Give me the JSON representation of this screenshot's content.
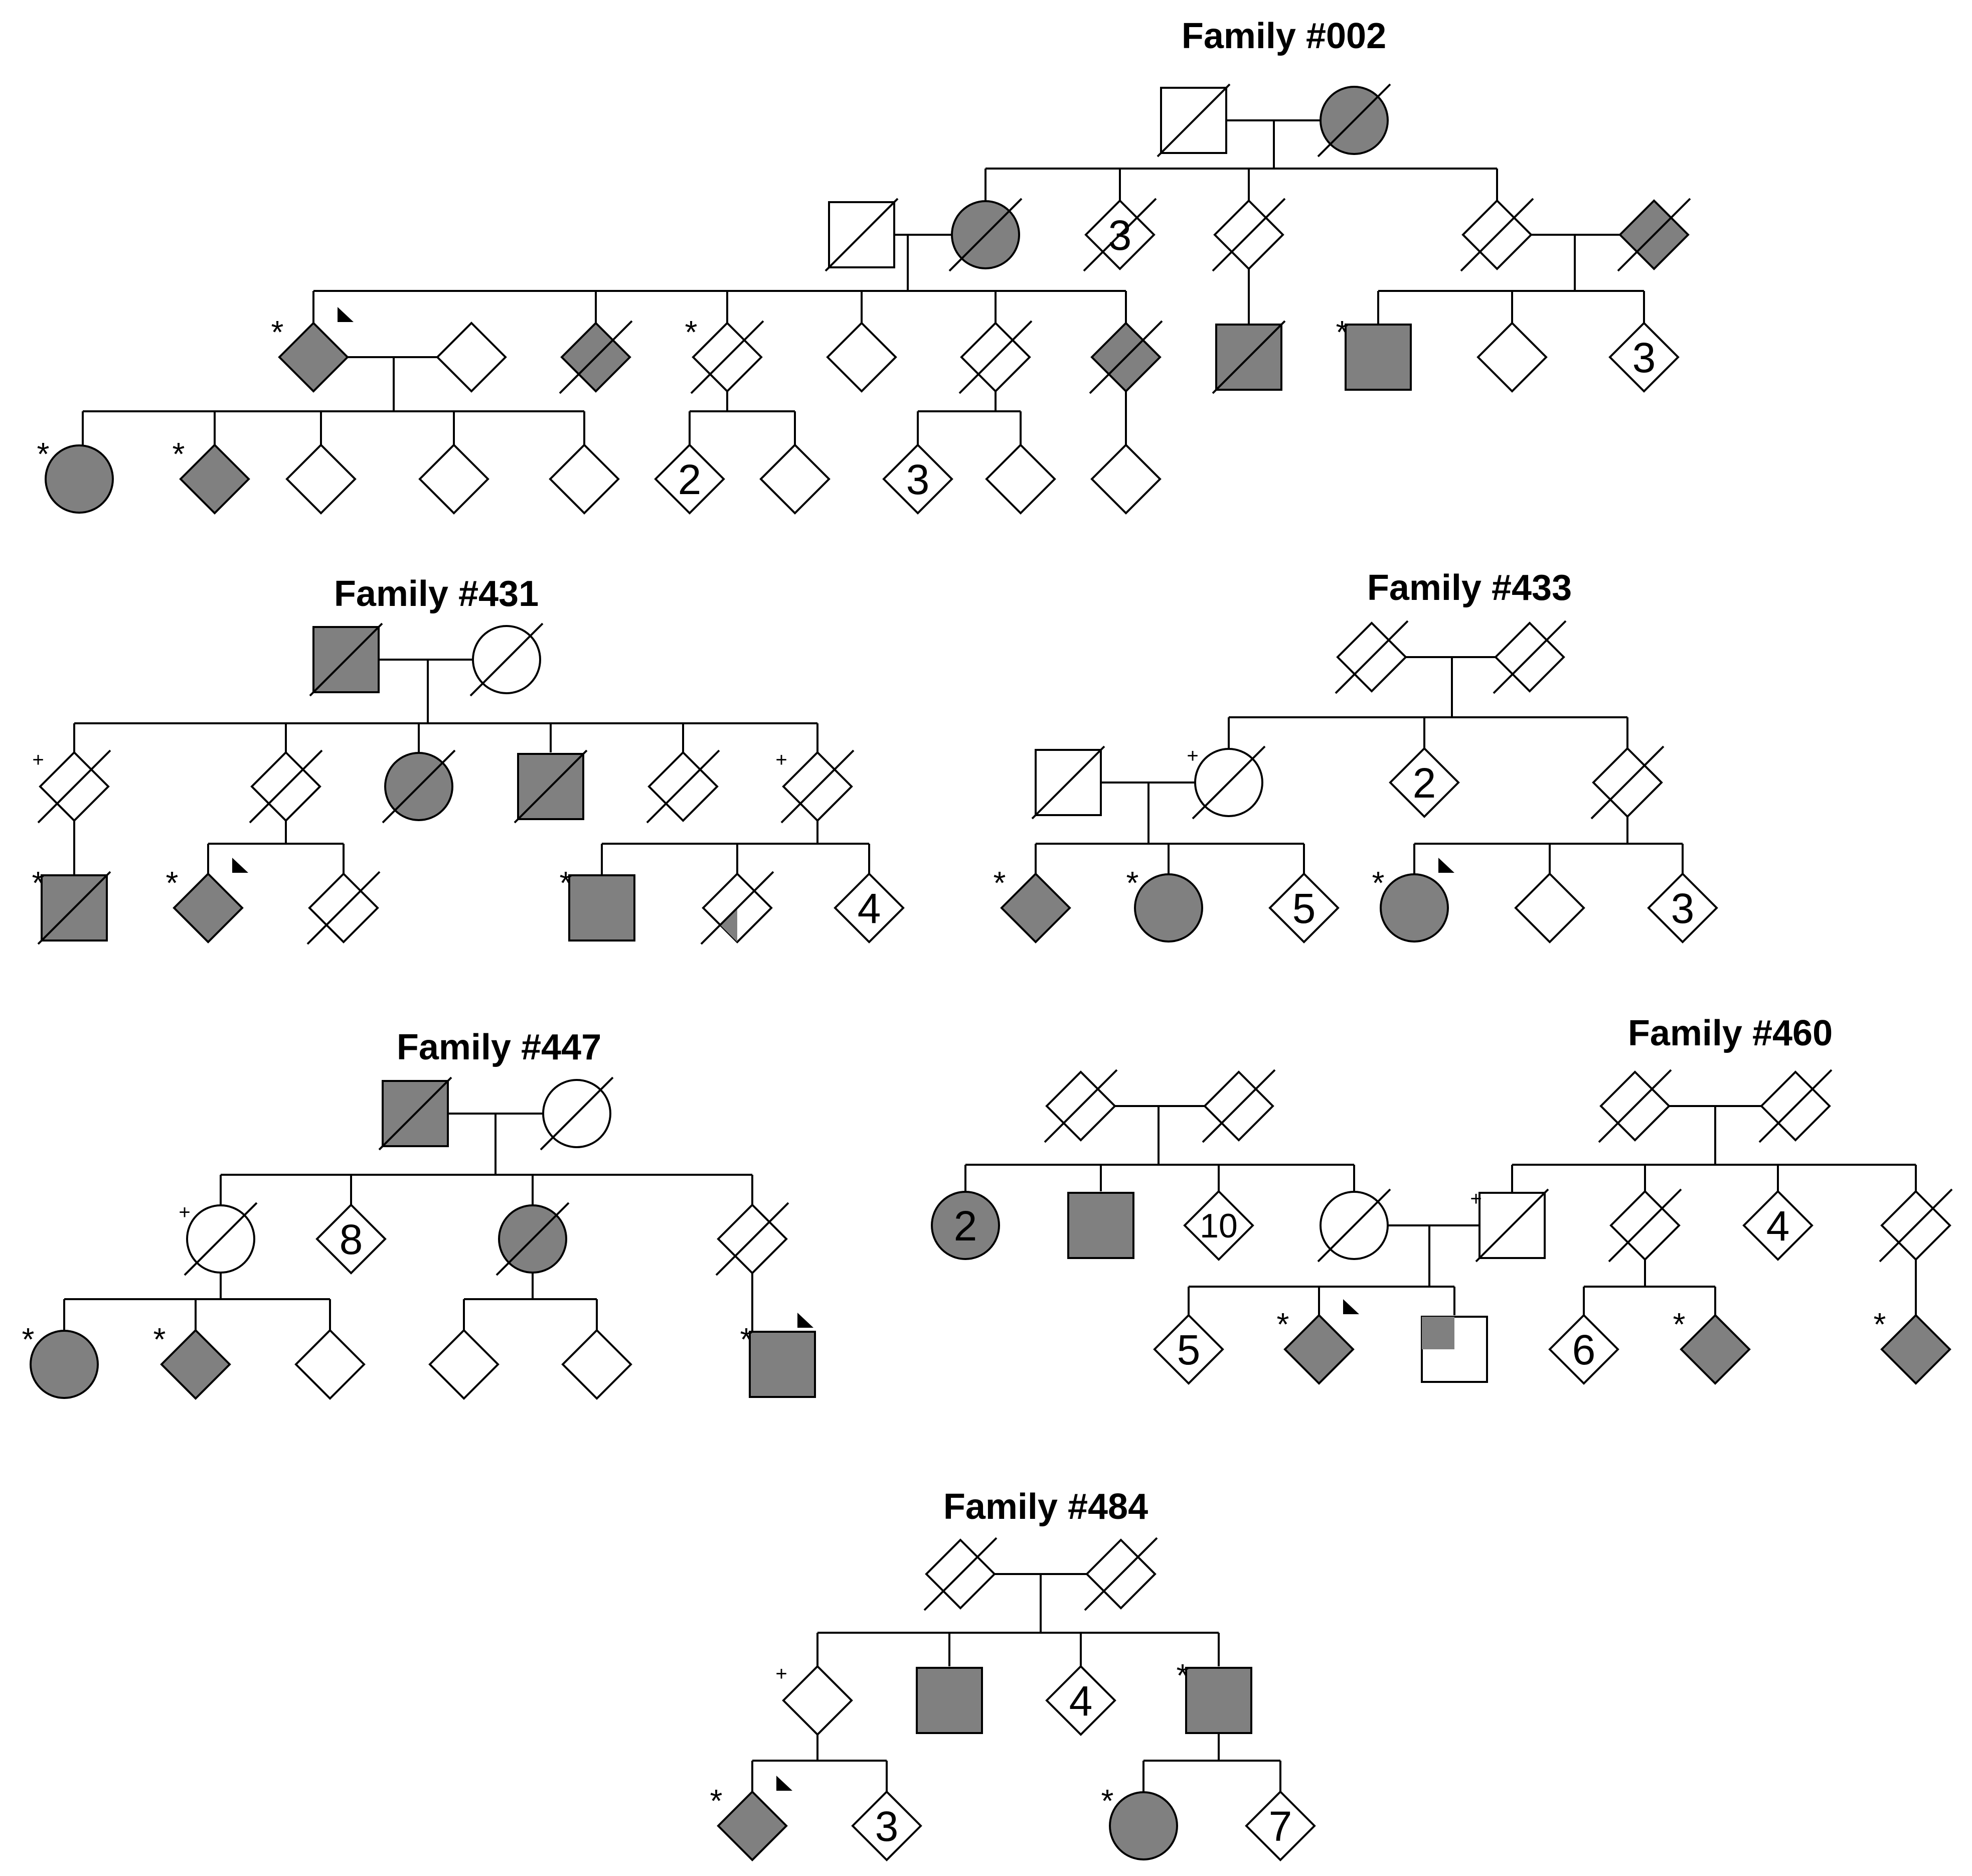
{
  "figure": {
    "family_titles": [
      "Family #002",
      "Family #431",
      "Family #433",
      "Family #447",
      "Family #460",
      "Family #484"
    ],
    "colors": {
      "affected": "#808080",
      "unaffected": "#ffffff",
      "line": "#000000"
    }
  }
}
